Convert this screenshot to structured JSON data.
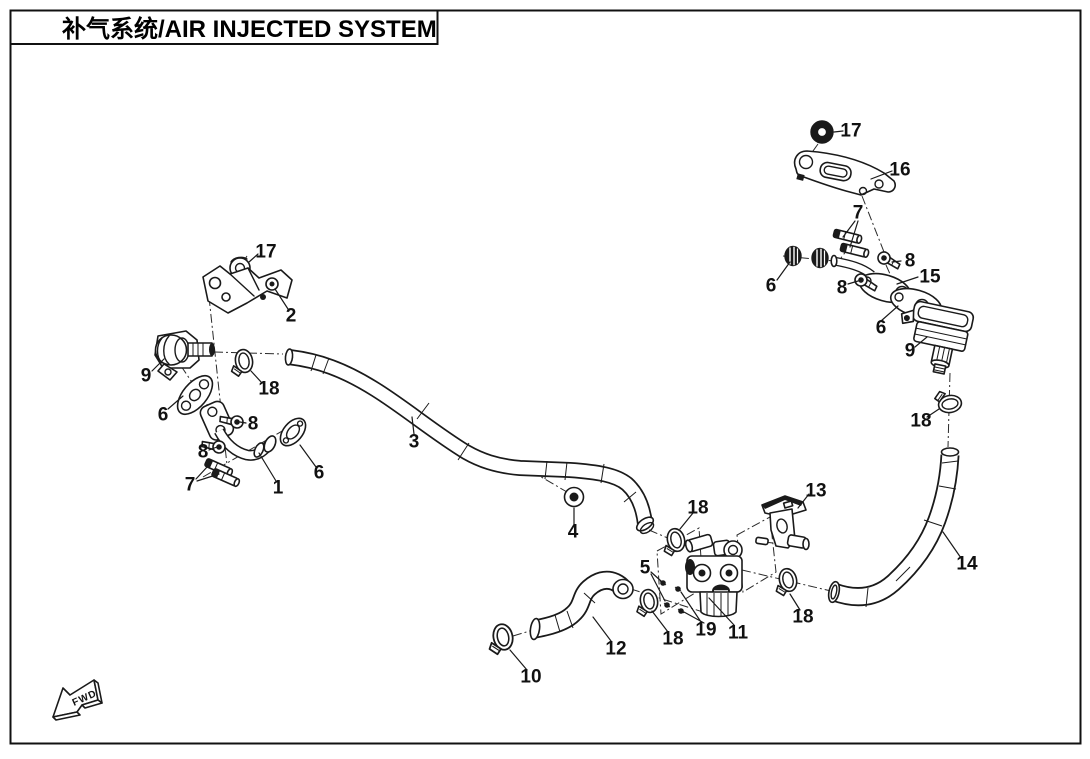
{
  "page": {
    "title": "补气系统/AIR INJECTED SYSTEM"
  },
  "fwd": {
    "label": "FWD"
  },
  "colors": {
    "background": "#ffffff",
    "line": "#1a1a1a"
  },
  "callouts": [
    {
      "n": "17"
    },
    {
      "n": "16"
    },
    {
      "n": "7"
    },
    {
      "n": "8"
    },
    {
      "n": "15"
    },
    {
      "n": "6"
    },
    {
      "n": "8"
    },
    {
      "n": "6"
    },
    {
      "n": "9"
    },
    {
      "n": "18"
    },
    {
      "n": "14"
    },
    {
      "n": "17"
    },
    {
      "n": "2"
    },
    {
      "n": "9"
    },
    {
      "n": "6"
    },
    {
      "n": "18"
    },
    {
      "n": "8"
    },
    {
      "n": "8"
    },
    {
      "n": "7"
    },
    {
      "n": "1"
    },
    {
      "n": "6"
    },
    {
      "n": "3"
    },
    {
      "n": "4"
    },
    {
      "n": "18"
    },
    {
      "n": "13"
    },
    {
      "n": "5"
    },
    {
      "n": "19"
    },
    {
      "n": "11"
    },
    {
      "n": "18"
    },
    {
      "n": "18"
    },
    {
      "n": "12"
    },
    {
      "n": "10"
    }
  ]
}
